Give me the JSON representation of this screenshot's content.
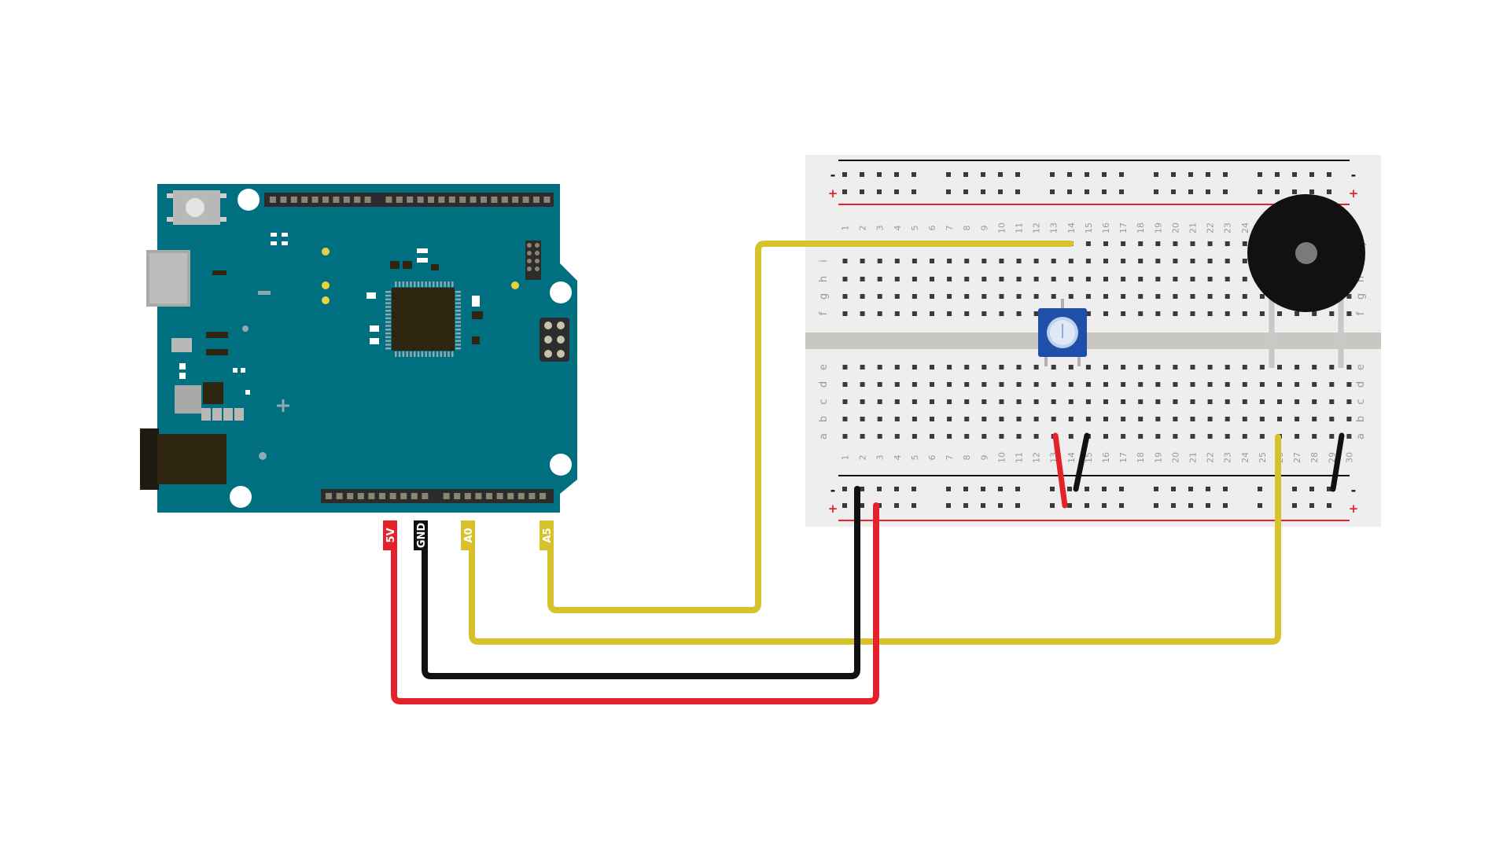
{
  "diagram": {
    "pin_labels": [
      {
        "id": "5v",
        "text": "5V",
        "bg": "#e3222b",
        "fg": "#ffffff"
      },
      {
        "id": "gnd",
        "text": "GND",
        "bg": "#111111",
        "fg": "#ffffff"
      },
      {
        "id": "a0",
        "text": "A0",
        "bg": "#d7c22e",
        "fg": "#ffffff"
      },
      {
        "id": "a5",
        "text": "A5",
        "bg": "#d7c22e",
        "fg": "#ffffff"
      }
    ],
    "breadboard": {
      "columns": [
        "1",
        "2",
        "3",
        "4",
        "5",
        "6",
        "7",
        "8",
        "9",
        "10",
        "11",
        "12",
        "13",
        "14",
        "15",
        "16",
        "17",
        "18",
        "19",
        "20",
        "21",
        "22",
        "23",
        "24",
        "25",
        "26",
        "27",
        "28",
        "29",
        "30"
      ],
      "rows_top": [
        "j",
        "i",
        "h",
        "g",
        "f"
      ],
      "rows_bottom": [
        "e",
        "d",
        "c",
        "b",
        "a"
      ],
      "rail_minus": "-",
      "rail_plus": "+"
    },
    "colors": {
      "board": "#006f7f",
      "wire_red": "#e3222b",
      "wire_black": "#111111",
      "wire_yellow": "#d7c22e",
      "potentiometer": "#1f4fa8",
      "buzzer": "#111111",
      "breadboard": "#eeeeee"
    }
  }
}
